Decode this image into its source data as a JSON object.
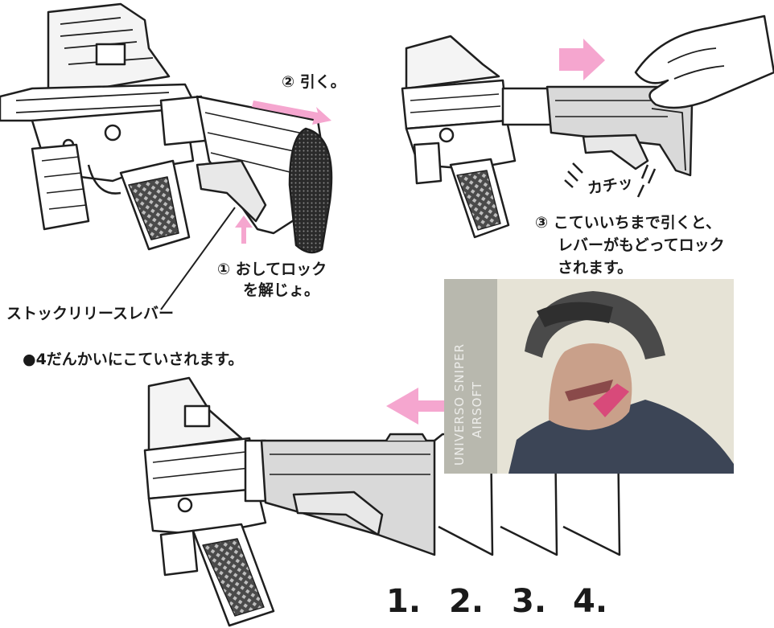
{
  "step1_text": [
    "① おしてロック",
    "を解じょ。"
  ],
  "step2_text": "② 引く。",
  "step3_text": [
    "③ こていいちまで引くと、",
    "レバーがもどってロック",
    "されます。"
  ],
  "lever_label": "ストックリリースレバー",
  "four_positions_note": "●4だんかいにこていされます。",
  "click_sound": "カチッ",
  "position_numbers": [
    "1.",
    "2.",
    "3.",
    "4."
  ],
  "watermark": [
    "UNIVERSO SNIPER",
    "AIRSOFT"
  ],
  "colors": {
    "arrow_pink": "#f5a6cf",
    "line_art": "#1f1f1f",
    "stock_gray": "#d9d9d9",
    "photo_bg": "#e6e3d6"
  }
}
